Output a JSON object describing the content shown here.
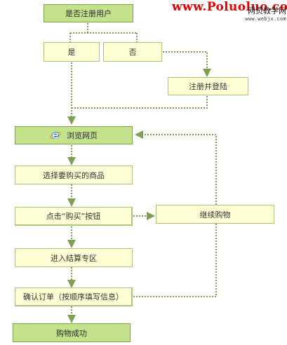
{
  "watermark": {
    "url": "www.Poluoluo.com",
    "site_name": "网页教学网",
    "site_domain": "www.webjx.com"
  },
  "flowchart": {
    "registered_question": "是否注册用户",
    "yes": "是",
    "no": "否",
    "register_login": "注册并登陆",
    "browse": "浏览网页",
    "select_product": "选择要购买的商品",
    "click_buy": "点击“购买”按钮",
    "continue_shopping": "继续购物",
    "checkout": "进入结算专区",
    "confirm_order": "确认订单（按顺序填写信息）",
    "success": "购物成功"
  },
  "colors": {
    "box_fill": "#ffffd5",
    "highlight_fill": "#c4e28c",
    "box_border": "#a9c77a",
    "connector": "#7fa050",
    "watermark_url": "#e60000"
  },
  "icons": {
    "browse": "ie-icon"
  }
}
